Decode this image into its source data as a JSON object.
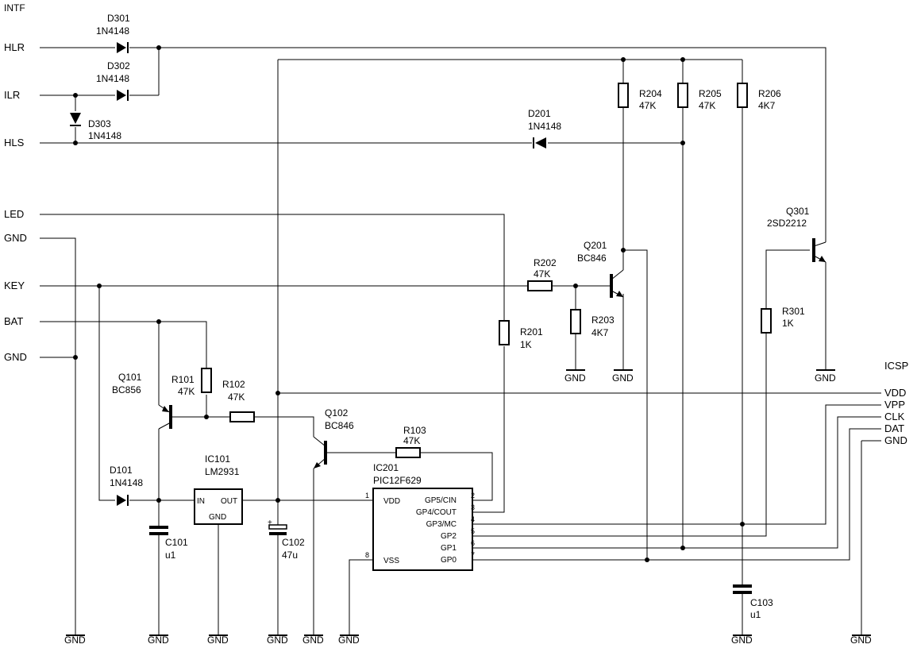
{
  "connector_intf": {
    "title": "INTF",
    "pins": [
      "HLR",
      "ILR",
      "HLS",
      "LED",
      "GND",
      "KEY",
      "BAT",
      "GND"
    ]
  },
  "connector_icsp": {
    "title": "ICSP",
    "pins": [
      "VDD",
      "VPP",
      "CLK",
      "DAT",
      "GND"
    ]
  },
  "gnd_label": "GND",
  "diodes": {
    "D301": {
      "ref": "D301",
      "value": "1N4148"
    },
    "D302": {
      "ref": "D302",
      "value": "1N4148"
    },
    "D303": {
      "ref": "D303",
      "value": "1N4148"
    },
    "D201": {
      "ref": "D201",
      "value": "1N4148"
    },
    "D101": {
      "ref": "D101",
      "value": "1N4148"
    }
  },
  "resistors": {
    "R204": {
      "ref": "R204",
      "value": "47K"
    },
    "R205": {
      "ref": "R205",
      "value": "47K"
    },
    "R206": {
      "ref": "R206",
      "value": "4K7"
    },
    "R202": {
      "ref": "R202",
      "value": "47K"
    },
    "R203": {
      "ref": "R203",
      "value": "4K7"
    },
    "R201": {
      "ref": "R201",
      "value": "1K"
    },
    "R301": {
      "ref": "R301",
      "value": "1K"
    },
    "R101": {
      "ref": "R101",
      "value": "47K"
    },
    "R102": {
      "ref": "R102",
      "value": "47K"
    },
    "R103": {
      "ref": "R103",
      "value": "47K"
    }
  },
  "transistors": {
    "Q201": {
      "ref": "Q201",
      "value": "BC846"
    },
    "Q301": {
      "ref": "Q301",
      "value": "2SD2212"
    },
    "Q101": {
      "ref": "Q101",
      "value": "BC856"
    },
    "Q102": {
      "ref": "Q102",
      "value": "BC846"
    }
  },
  "capacitors": {
    "C101": {
      "ref": "C101",
      "value": "u1"
    },
    "C102": {
      "ref": "C102",
      "value": "47u"
    },
    "C103": {
      "ref": "C103",
      "value": "u1"
    }
  },
  "ic101": {
    "ref": "IC101",
    "value": "LM2931",
    "pins": {
      "in": "IN",
      "out": "OUT",
      "gnd": "GND"
    }
  },
  "ic201": {
    "ref": "IC201",
    "value": "PIC12F629",
    "pins_left": [
      {
        "num": "1",
        "name": "VDD"
      },
      {
        "num": "8",
        "name": "VSS"
      }
    ],
    "pins_right": [
      {
        "num": "2",
        "name": "GP5/CIN"
      },
      {
        "num": "3",
        "name": "GP4/COUT"
      },
      {
        "num": "4",
        "name": "GP3/MC"
      },
      {
        "num": "5",
        "name": "GP2"
      },
      {
        "num": "6",
        "name": "GP1"
      },
      {
        "num": "7",
        "name": "GP0"
      }
    ]
  },
  "polarity_mark": "+"
}
